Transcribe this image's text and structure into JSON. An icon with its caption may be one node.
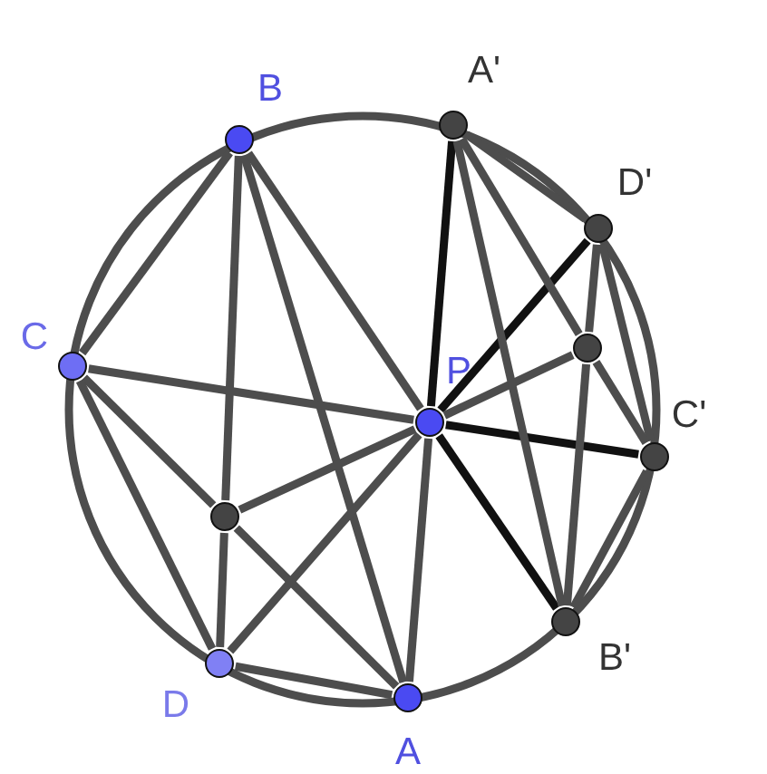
{
  "diagram": {
    "nodes": [
      {
        "text": [
          "B"
        ]
      },
      {
        "text": [
          "A'"
        ]
      },
      {
        "text": [
          "D'"
        ]
      },
      {
        "text": [
          "C"
        ]
      },
      {
        "text": [
          "P"
        ]
      },
      {
        "text": [],
        "shape": "circle"
      },
      {
        "text": [
          "C'"
        ]
      },
      {
        "text": [],
        "shape": "circle"
      },
      {
        "text": [
          "B'"
        ]
      },
      {
        "text": [
          "D"
        ]
      },
      {
        "text": [
          "A"
        ]
      }
    ],
    "edges": [
      {
        "from": 0,
        "to": 3,
        "arrow": "none"
      },
      {
        "from": 0,
        "to": 7,
        "arrow": "none"
      },
      {
        "from": 7,
        "to": 9,
        "arrow": "none"
      },
      {
        "from": 0,
        "to": 10,
        "arrow": "none"
      },
      {
        "from": 0,
        "to": 4,
        "arrow": "none"
      },
      {
        "from": 3,
        "to": 4,
        "arrow": "none"
      },
      {
        "from": 3,
        "to": 7,
        "arrow": "none"
      },
      {
        "from": 7,
        "to": 10,
        "arrow": "none"
      },
      {
        "from": 3,
        "to": 9,
        "arrow": "none"
      },
      {
        "from": 9,
        "to": 10,
        "arrow": "none"
      },
      {
        "from": 7,
        "to": 4,
        "arrow": "none"
      },
      {
        "from": 9,
        "to": 4,
        "arrow": "none"
      },
      {
        "from": 10,
        "to": 4,
        "arrow": "none"
      },
      {
        "from": 4,
        "to": 1,
        "arrow": "none",
        "color": "#111111"
      },
      {
        "from": 4,
        "to": 2,
        "arrow": "none",
        "color": "#111111"
      },
      {
        "from": 4,
        "to": 6,
        "arrow": "none",
        "color": "#111111"
      },
      {
        "from": 4,
        "to": 8,
        "arrow": "none",
        "color": "#111111"
      },
      {
        "from": 4,
        "to": 5,
        "arrow": "none"
      },
      {
        "from": 1,
        "to": 2,
        "arrow": "none"
      },
      {
        "from": 2,
        "to": 6,
        "arrow": "none"
      },
      {
        "from": 6,
        "to": 8,
        "arrow": "none"
      },
      {
        "from": 1,
        "to": 8,
        "arrow": "none"
      },
      {
        "from": 1,
        "to": 5,
        "arrow": "none"
      },
      {
        "from": 5,
        "to": 6,
        "arrow": "none"
      },
      {
        "from": 2,
        "to": 5,
        "arrow": "none"
      },
      {
        "from": 5,
        "to": 8,
        "arrow": "none"
      }
    ]
  }
}
